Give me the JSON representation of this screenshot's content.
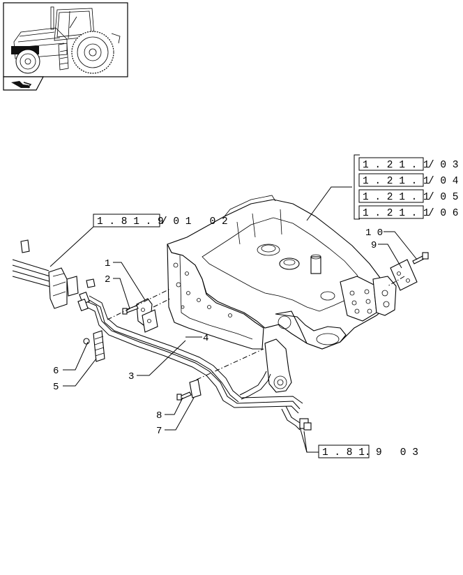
{
  "thumbnail": {
    "nav_icon": "arrow-right-icon"
  },
  "part_labels": [
    {
      "num": "1"
    },
    {
      "num": "2"
    },
    {
      "num": "3"
    },
    {
      "num": "4"
    },
    {
      "num": "5"
    },
    {
      "num": "6"
    },
    {
      "num": "7"
    },
    {
      "num": "8"
    },
    {
      "num": "9"
    },
    {
      "num": "1 0"
    }
  ],
  "references": {
    "top_left": {
      "boxed": "1 . 8 1 . 9",
      "suffix": "/ 0 1   0 2"
    },
    "bottom": {
      "boxed": "1 . 8 1.",
      "suffix": "9   0 3"
    },
    "group": [
      {
        "boxed": "1 . 2 1 . 1",
        "suffix": "/ 0 3"
      },
      {
        "boxed": "1 . 2 1 . 1",
        "suffix": "/ 0 4"
      },
      {
        "boxed": "1 . 2 1 . 1",
        "suffix": "/ 0 5"
      },
      {
        "boxed": "1 . 2 1 . 1",
        "suffix": "/ 0 6"
      }
    ]
  }
}
